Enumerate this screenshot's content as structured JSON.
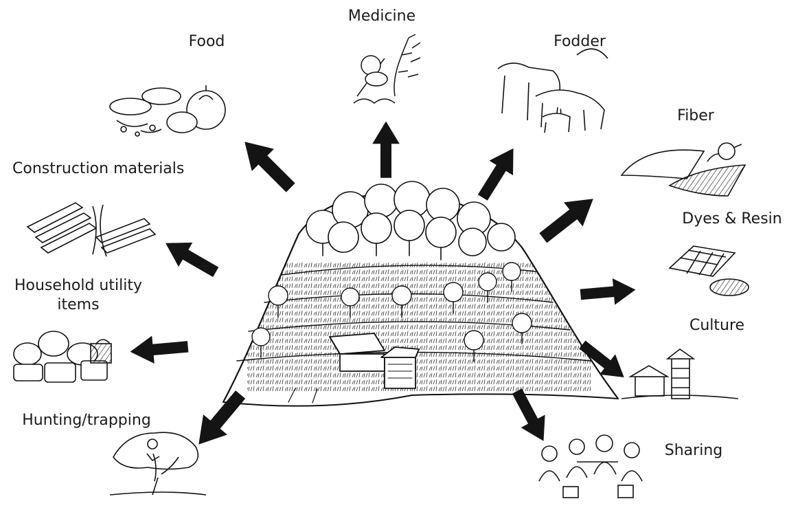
{
  "diagram": {
    "center": {
      "icon": "forested-hill-with-houses-icon"
    },
    "products": [
      {
        "id": "food",
        "label": "Food",
        "icon": "vegetables-pile-icon"
      },
      {
        "id": "medicine",
        "label": "Medicine",
        "icon": "medicinal-plants-icon"
      },
      {
        "id": "fodder",
        "label": "Fodder",
        "icon": "livestock-icon"
      },
      {
        "id": "fiber",
        "label": "Fiber",
        "icon": "woven-cloth-icon"
      },
      {
        "id": "dyes",
        "label": "Dyes & Resin",
        "icon": "dyed-textile-icon"
      },
      {
        "id": "culture",
        "label": "Culture",
        "icon": "village-shrine-icon"
      },
      {
        "id": "sharing",
        "label": "Sharing",
        "icon": "people-gathering-icon"
      },
      {
        "id": "hunting",
        "label": "Hunting/trapping",
        "icon": "hunter-in-tree-icon"
      },
      {
        "id": "household",
        "label": "Household utility",
        "label2": "items",
        "icon": "pots-and-baskets-icon"
      },
      {
        "id": "construction",
        "label": "Construction materials",
        "icon": "timber-bundle-icon"
      }
    ],
    "colors": {
      "ink": "#111111",
      "arrow": "#141414",
      "background": "#ffffff"
    }
  }
}
